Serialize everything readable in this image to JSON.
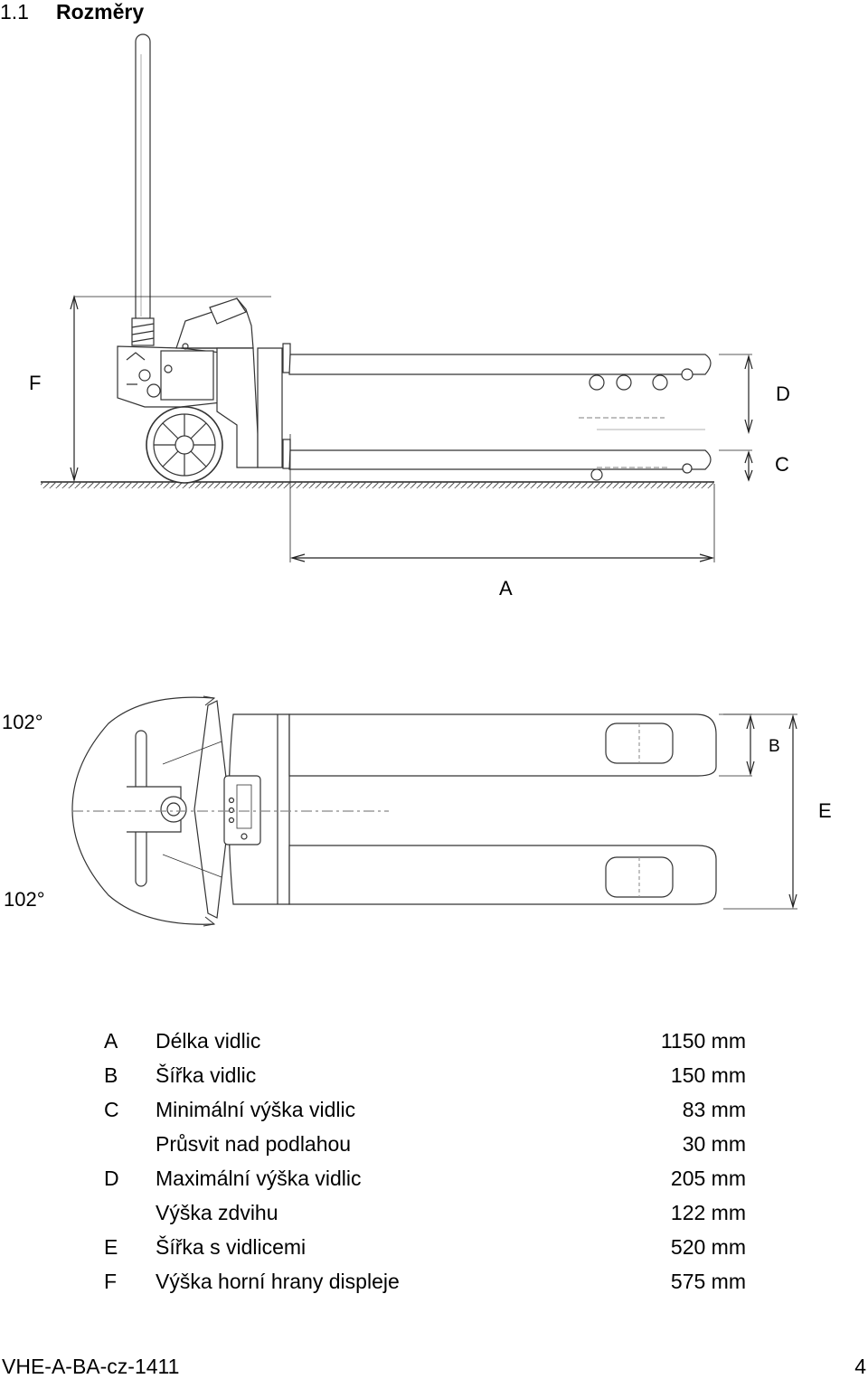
{
  "section": {
    "number": "1.1",
    "title": "Rozměry"
  },
  "side_view_labels": {
    "F": "F",
    "D": "D",
    "C": "C",
    "A": "A"
  },
  "top_view_labels": {
    "angle_top": "102°",
    "angle_bottom": "102°",
    "B": "B",
    "E": "E"
  },
  "specs": [
    {
      "code": "A",
      "label": "Délka vidlic",
      "value": "1150 mm"
    },
    {
      "code": "B",
      "label": "Šířka vidlic",
      "value": "150 mm"
    },
    {
      "code": "C",
      "label": "Minimální výška vidlic",
      "value": "83 mm"
    },
    {
      "code": "",
      "label": "Průsvit nad podlahou",
      "value": "30 mm"
    },
    {
      "code": "D",
      "label": "Maximální výška vidlic",
      "value": "205 mm"
    },
    {
      "code": "",
      "label": "Výška zdvihu",
      "value": "122 mm"
    },
    {
      "code": "E",
      "label": "Šířka s vidlicemi",
      "value": "520 mm"
    },
    {
      "code": "F",
      "label": "Výška horní hrany displeje",
      "value": "575 mm"
    }
  ],
  "footer": {
    "doc_id": "VHE-A-BA-cz-1411",
    "page": "4"
  }
}
